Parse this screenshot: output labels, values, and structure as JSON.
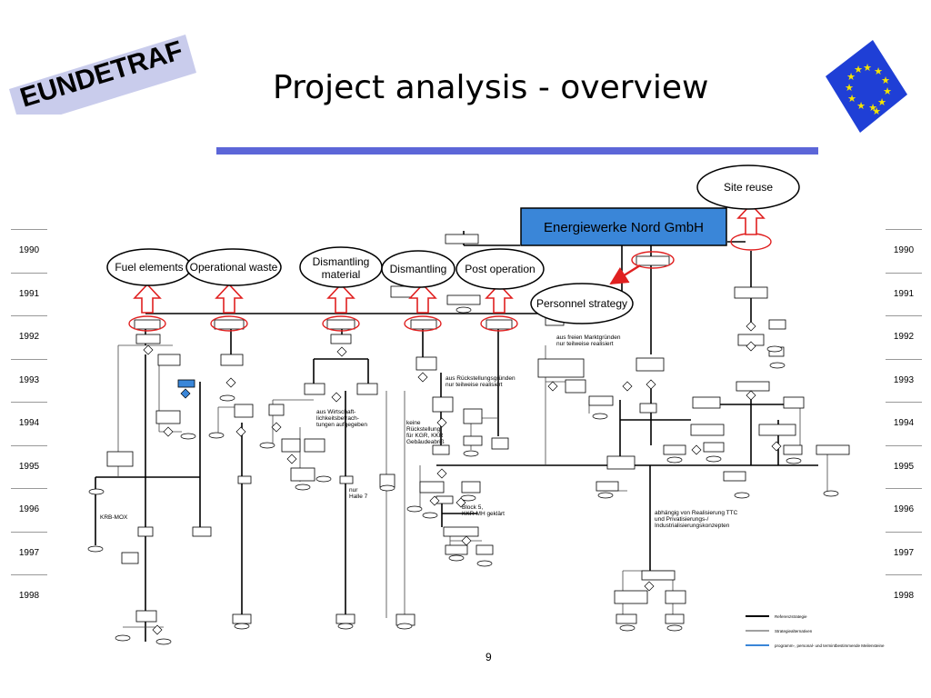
{
  "slide": {
    "title": "Project analysis - overview",
    "page_number": "9"
  },
  "logo": {
    "text": "EUNDETRAF",
    "color": "#000000",
    "background": "#c9ccec"
  },
  "flag": {
    "background": "#1f3fd6",
    "stars": "#f5e400"
  },
  "years": [
    "1990",
    "1991",
    "1992",
    "1993",
    "1994",
    "1995",
    "1996",
    "1997",
    "1998"
  ],
  "colors": {
    "title_rule": "#5c66d8",
    "arrow": "#e02020",
    "org_box": "#3a86d8",
    "timeline": "#000000"
  },
  "diagram": {
    "org_box": "Energiewerke Nord GmbH",
    "ellipses": {
      "fuel_elements": "Fuel elements",
      "operational_waste": "Operational waste",
      "dismantling_material": [
        "Dismantling",
        "material"
      ],
      "dismantling": "Dismantling",
      "post_operation": "Post operation",
      "personnel_strategy": "Personnel strategy",
      "site_reuse": "Site reuse"
    },
    "annotations": {
      "krb_mox": "KRB-MOX",
      "market": [
        "aus freien Marktgründen",
        "nur teilweise realisiert"
      ],
      "economic": [
        "aus Wirtschaft-",
        "lichkeitsbetrach-",
        "tungen aufgegeben"
      ],
      "safety": [
        "aus Rückstellungsgründen",
        "nur teilweise realisiert"
      ],
      "no_reserve": [
        "keine",
        "Rückstellung",
        "für KGR, KKR",
        "Gebäudeabriß"
      ],
      "hall": [
        "nur",
        "Halle 7"
      ],
      "block5": [
        "Block 5,",
        "KKR-MH geklärt"
      ],
      "ttc": [
        "abhängig von Realisierung TTC",
        "und Privatisierungs-/",
        "Industrialisierungskonzepten"
      ]
    },
    "legend": [
      "Referenzstrategie",
      "Strategiealternativen",
      "programm-, personal- und termintbestimmende Meilensteine"
    ]
  }
}
